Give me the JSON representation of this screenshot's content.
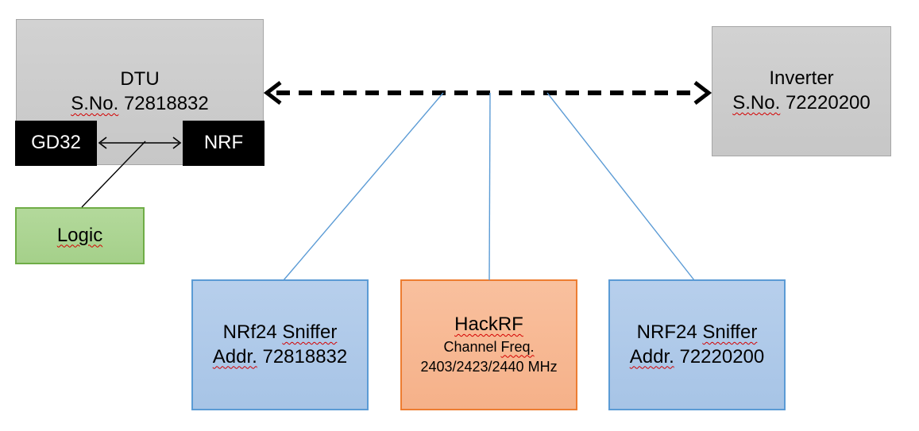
{
  "diagram_type": "block-diagram",
  "colors": {
    "background": "#ffffff",
    "gray_box_fill": "#cbcbcb",
    "gray_box_border": "#a6a6a6",
    "black_box_fill": "#000000",
    "black_box_text": "#ffffff",
    "green_box_fill": "#abd491",
    "green_box_border": "#6fad47",
    "blue_box_fill": "#aec9e9",
    "blue_box_border": "#5b9bd5",
    "orange_box_fill": "#f7b894",
    "orange_box_border": "#ed7d31",
    "connector_blue": "#5b9bd5",
    "connector_black": "#000000",
    "spellcheck_underline_red": "#d40000",
    "text_color": "#000000"
  },
  "nodes": {
    "dtu": {
      "title": "DTU",
      "serial_label": "S.No.",
      "serial_number": "72818832"
    },
    "gd32": {
      "label": "GD32"
    },
    "nrf": {
      "label": "NRF"
    },
    "logic": {
      "label": "Logic"
    },
    "inverter": {
      "title": "Inverter",
      "serial_label": "S.No.",
      "serial_number": "72220200"
    },
    "sniffer_left": {
      "radio": "NRf24",
      "role": "Sniffer",
      "addr_label": "Addr.",
      "addr_value": "72818832"
    },
    "hackrf": {
      "title": "HackRF",
      "freq_label_word1": "Channel",
      "freq_label_word2": "Freq.",
      "frequencies": "2403/2423/2440 MHz"
    },
    "sniffer_right": {
      "radio": "NRF24",
      "role": "Sniffer",
      "addr_label": "Addr.",
      "addr_value": "72220200"
    }
  },
  "connections": [
    {
      "from": "DTU",
      "to": "Inverter",
      "style": "dashed-double-arrow"
    },
    {
      "from": "GD32",
      "to": "NRF",
      "style": "solid-double-arrow"
    },
    {
      "from": "Logic",
      "to": "GD32-NRF link",
      "style": "solid-line"
    },
    {
      "from": "DTU-Inverter link",
      "to": "NRf24 Sniffer 72818832",
      "style": "thin-blue-line"
    },
    {
      "from": "DTU-Inverter link",
      "to": "HackRF",
      "style": "thin-blue-line"
    },
    {
      "from": "DTU-Inverter link",
      "to": "NRF24 Sniffer 72220200",
      "style": "thin-blue-line"
    }
  ]
}
